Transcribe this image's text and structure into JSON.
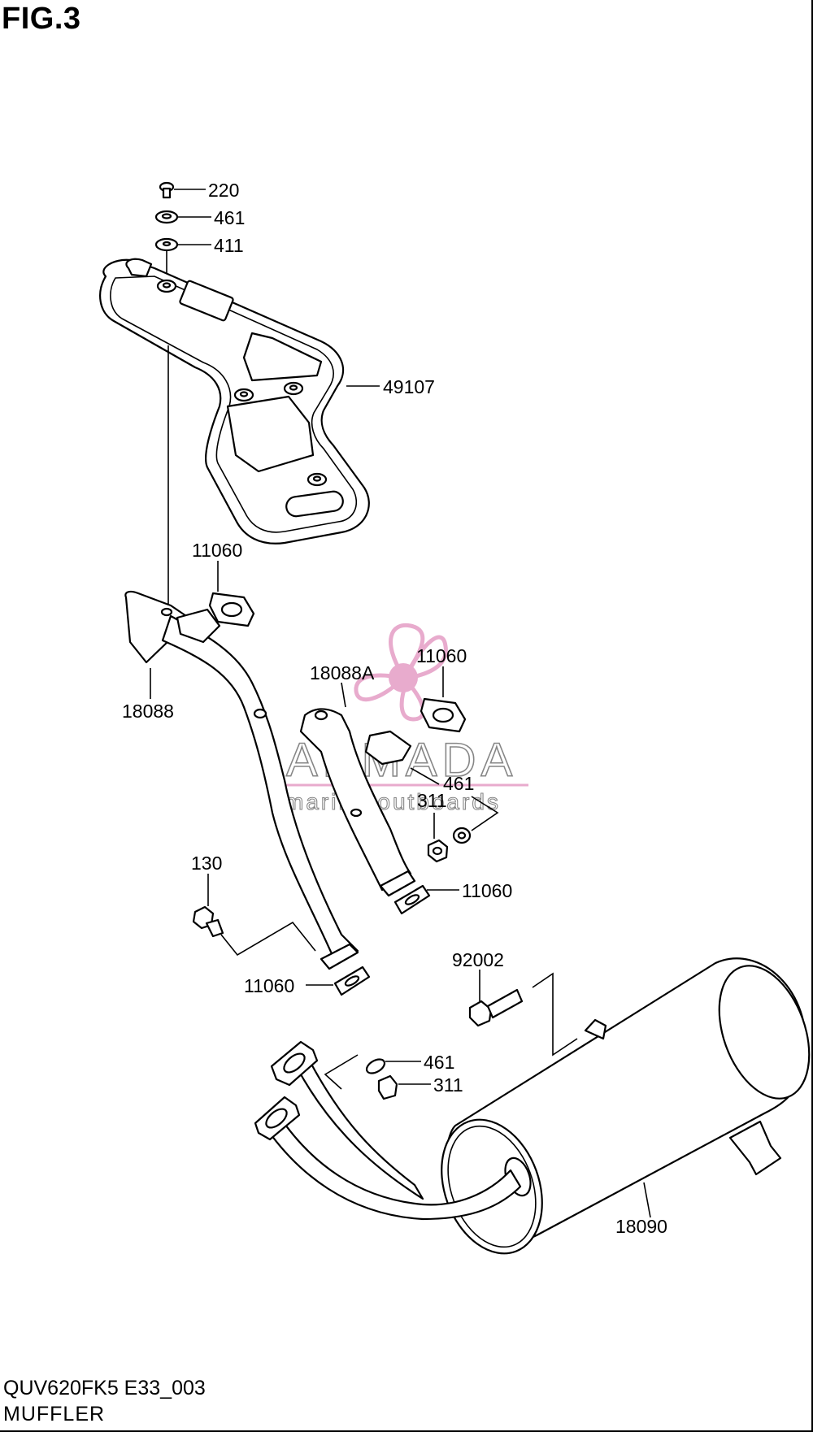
{
  "figure": {
    "title": "FIG.3"
  },
  "callouts": {
    "c220": "220",
    "c461_top": "461",
    "c411": "411",
    "c49107": "49107",
    "c11060_a": "11060",
    "c18088": "18088",
    "c18088A": "18088A",
    "c11060_b": "11060",
    "c461_mid": "461",
    "c311_mid": "311",
    "c11060_c": "11060",
    "c130": "130",
    "c11060_d": "11060",
    "c92002": "92002",
    "c461_low": "461",
    "c311_low": "311",
    "c18090": "18090"
  },
  "watermark": {
    "brand": "ARMADA",
    "tagline": "marine outboards",
    "color": "#e6a3c8"
  },
  "footer": {
    "model_code": "QUV620FK5 E33_003",
    "caption": "MUFFLER"
  }
}
